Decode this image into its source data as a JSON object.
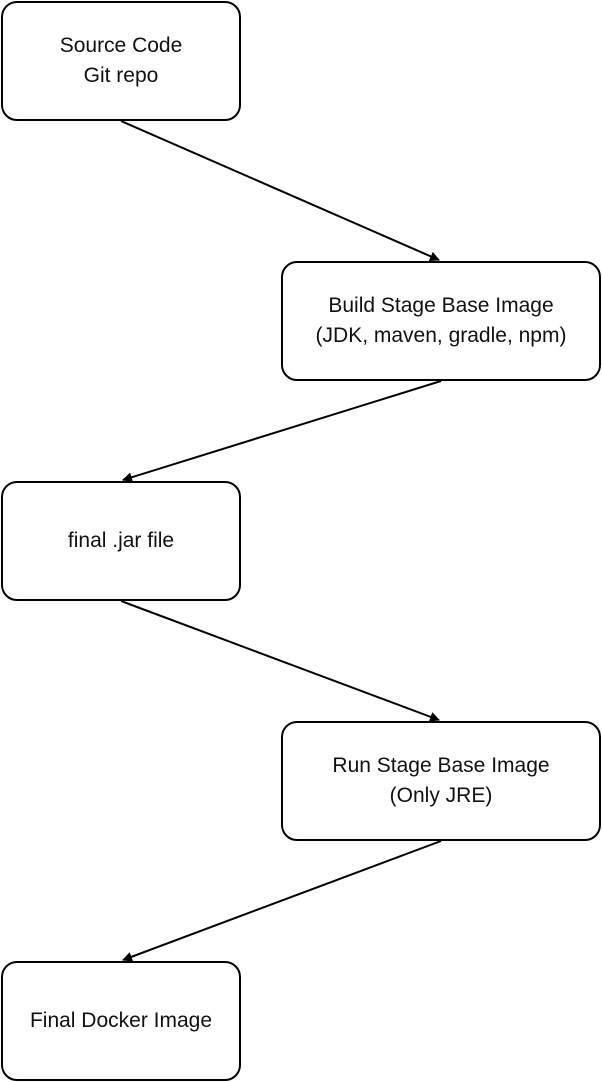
{
  "nodes": [
    {
      "id": "source-code",
      "lines": [
        "Source Code",
        "Git repo"
      ]
    },
    {
      "id": "build-stage",
      "lines": [
        "Build Stage Base Image",
        "(JDK, maven, gradle, npm)"
      ]
    },
    {
      "id": "jar-file",
      "lines": [
        "final .jar file"
      ]
    },
    {
      "id": "run-stage",
      "lines": [
        "Run Stage Base Image",
        "(Only JRE)"
      ]
    },
    {
      "id": "final-image",
      "lines": [
        "Final Docker Image"
      ]
    }
  ],
  "edges": [
    {
      "from": "source-code",
      "to": "build-stage"
    },
    {
      "from": "build-stage",
      "to": "jar-file"
    },
    {
      "from": "jar-file",
      "to": "run-stage"
    },
    {
      "from": "run-stage",
      "to": "final-image"
    }
  ],
  "colors": {
    "stroke": "#000000",
    "text": "#111111",
    "background": "#ffffff"
  }
}
